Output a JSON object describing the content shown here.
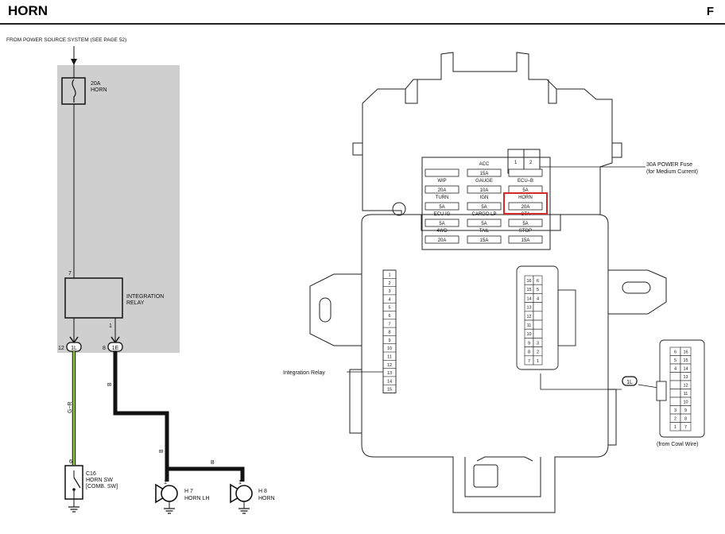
{
  "header": {
    "title": "HORN",
    "page_letter": "F"
  },
  "schematic": {
    "source_note": "FROM POWER SOURCE SYSTEM (SEE PAGE 52)",
    "fuse": {
      "rating": "20A",
      "name": "HORN"
    },
    "relay": {
      "name_line1": "INTEGRATION",
      "name_line2": "RELAY",
      "pin_top": "7",
      "pin_right": "1"
    },
    "connector_1l": {
      "pin": "12",
      "code": "1L"
    },
    "connector_1e": {
      "pin": "8",
      "code": "1E"
    },
    "wire_colors": {
      "gr": "G−R",
      "b1": "B",
      "b2": "B",
      "b3": "B"
    },
    "switch": {
      "pin": "6",
      "code": "C16",
      "name_line1": "HORN SW",
      "name_line2": "[COMB. SW]"
    },
    "horn_lh": {
      "pin": "1",
      "code": "H 7",
      "name": "HORN LH"
    },
    "horn_rh": {
      "pin": "1",
      "code": "H 8",
      "name": "HORN"
    },
    "colors": {
      "shade": "#cfcfcf",
      "wire_gr": "#8ccc3c",
      "highlight": "#d42a2a"
    }
  },
  "junction_block": {
    "fuses": [
      {
        "name": "ACC",
        "rating": "15A"
      },
      {
        "name": "WIP",
        "rating": "20A"
      },
      {
        "name": "GAUGE",
        "rating": "10A"
      },
      {
        "name": "ECU–B",
        "rating": "5A"
      },
      {
        "name": "TURN",
        "rating": "5A"
      },
      {
        "name": "IGN",
        "rating": "5A"
      },
      {
        "name": "HORN",
        "rating": "20A"
      },
      {
        "name": "ECU IG",
        "rating": "5A"
      },
      {
        "name": "CARGO LP",
        "rating": "5A"
      },
      {
        "name": "STA",
        "rating": "5A"
      },
      {
        "name": "4WD",
        "rating": "20A"
      },
      {
        "name": "TAIL",
        "rating": "15A"
      },
      {
        "name": "STOP",
        "rating": "15A"
      }
    ],
    "power_fuse_pins": [
      "1",
      "2"
    ],
    "power_fuse_label_line1": "30A POWER Fuse",
    "power_fuse_label_line2": "(for Medium Current)",
    "relay_label": "Integration Relay",
    "relay_pins": [
      "1",
      "2",
      "3",
      "4",
      "5",
      "6",
      "7",
      "8",
      "9",
      "10",
      "11",
      "12",
      "13",
      "14",
      "15"
    ],
    "connector_1l_label": "1L",
    "inner_connector_rows": [
      [
        "16",
        "6"
      ],
      [
        "15",
        "5"
      ],
      [
        "14",
        "4"
      ],
      [
        "13",
        ""
      ],
      [
        "12",
        ""
      ],
      [
        "11",
        ""
      ],
      [
        "10",
        ""
      ],
      [
        "9",
        "3"
      ],
      [
        "8",
        "2"
      ],
      [
        "7",
        "1"
      ]
    ],
    "side_connector_rows": [
      [
        "6",
        "16"
      ],
      [
        "5",
        "15"
      ],
      [
        "4",
        "14"
      ],
      [
        "",
        "13"
      ],
      [
        "",
        "12"
      ],
      [
        "",
        "11"
      ],
      [
        "",
        "10"
      ],
      [
        "3",
        "9"
      ],
      [
        "2",
        "8"
      ],
      [
        "1",
        "7"
      ]
    ],
    "cowl_note": "(from Cowl Wire)"
  }
}
